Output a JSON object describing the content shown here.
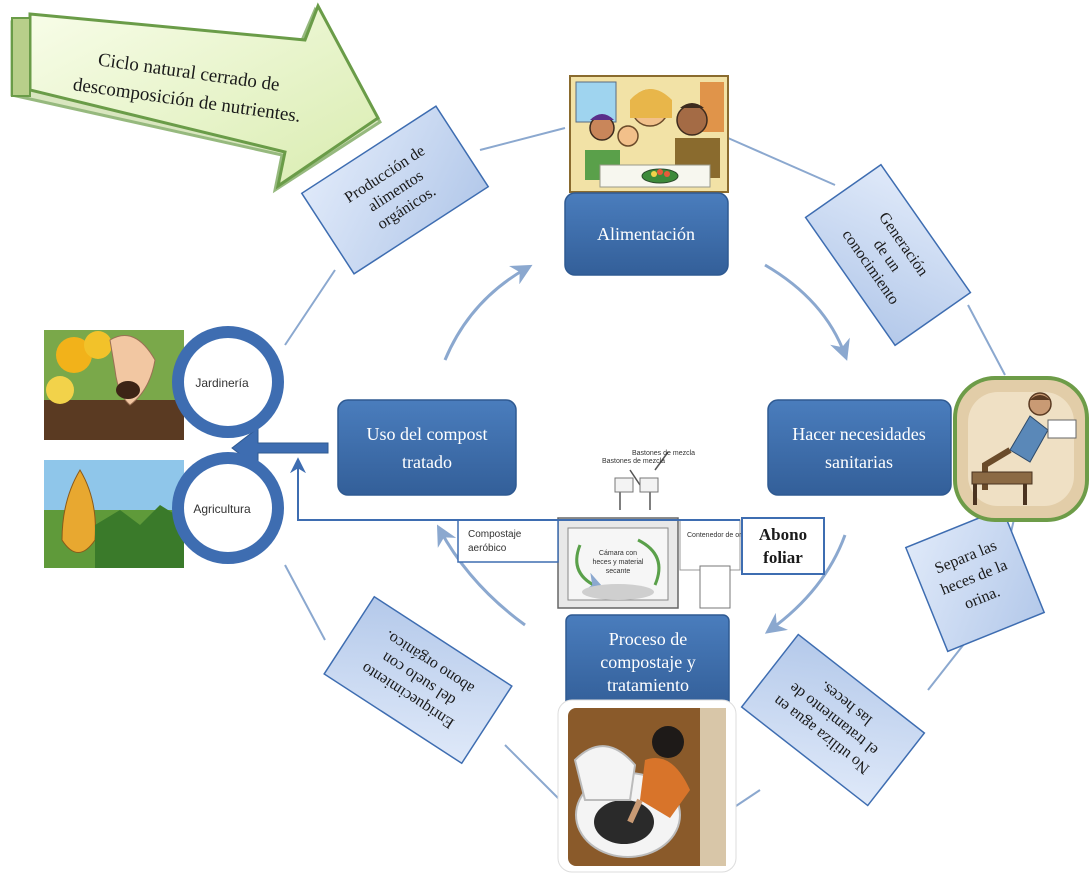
{
  "banner": {
    "line1": "Ciclo natural cerrado de",
    "line2": "descomposición  de nutrientes."
  },
  "nodes": {
    "alimentacion": "Alimentación",
    "hacer_l1": "Hacer necesidades",
    "hacer_l2": "sanitarias",
    "uso_l1": "Uso del compost",
    "uso_l2": "tratado",
    "proceso_l1": "Proceso de",
    "proceso_l2": "compostaje y",
    "proceso_l3": "tratamiento"
  },
  "callouts": {
    "produccion": [
      "Producción de",
      "alimentos",
      "orgánicos."
    ],
    "generacion": [
      "Generación",
      "de un",
      "conocimiento"
    ],
    "separa": [
      "Separa las",
      "heces  de la",
      "orina."
    ],
    "no_utiliza": [
      "No utiliza agua en",
      "el tratamiento de",
      "las heces."
    ],
    "enriquecimiento": [
      "Enriquecimiento",
      "del suelo con",
      "abono orgánico."
    ]
  },
  "uses": {
    "jardineria": "Jardinería",
    "agricultura": "Agricultura"
  },
  "compost_diagram": {
    "composting": [
      "Compostaje",
      "aeróbico"
    ],
    "abono": [
      "Abono",
      "foliar"
    ],
    "label_top1": "Bastones de mezcla",
    "label_top2": "Bastones de mezcla",
    "label_inner": [
      "Cámara con",
      "heces y material",
      "secante"
    ],
    "label_right": "Contenedor de orina"
  },
  "colors": {
    "node_blue": "#3c6fae",
    "callout_blue": "#c9d9f2",
    "banner_fill": "#e7f4c9",
    "banner_edge": "#6a9c48",
    "ring_blue": "#3e6db1",
    "arrow": "#8ba8cf"
  }
}
